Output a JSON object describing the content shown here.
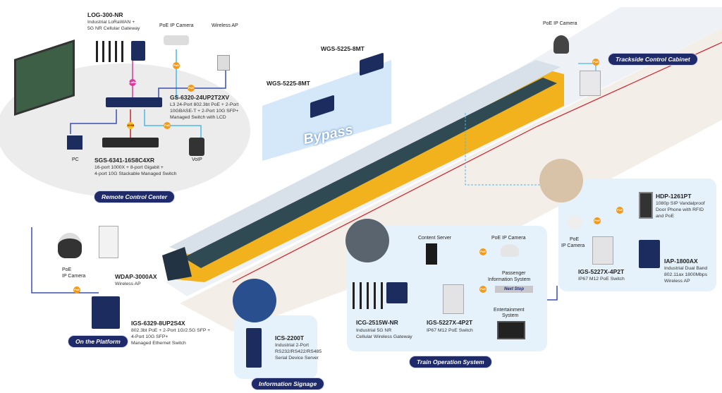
{
  "sections": {
    "remote_control_center": "Remote Control Center",
    "trackside_control_cabinet": "Trackside Control Cabinet",
    "on_the_platform": "On the Platform",
    "information_signage": "Information Signage",
    "train_operation_system": "Train Operation System"
  },
  "bypass": "Bypass",
  "remote": {
    "log300": {
      "model": "LOG-300-NR",
      "desc": [
        "Industrial LoRaWAN +",
        "5G NR Cellular Gateway"
      ]
    },
    "poe_camera": "PoE IP Camera",
    "wireless_ap": "Wireless AP",
    "gs6320": {
      "model": "GS-6320-24UP2T2XV",
      "desc": [
        "L3 24-Port 802.3bt PoE + 2-Port",
        "10GBASE-T + 2-Port 10G SFP+",
        "Managed Switch with LCD"
      ]
    },
    "sgs6341": {
      "model": "SGS-6341-16S8C4XR",
      "desc": [
        "16-port 1000X + 8-port Gigabit +",
        "4-port 10G Stackable Managed Switch"
      ]
    },
    "pc": "PC",
    "voip": "VoIP",
    "lora_badge": "LoRa",
    "tenG_badge": "10GB"
  },
  "bypass_area": {
    "wgs_top": "WGS-5225-8MT",
    "wgs_left": "WGS-5225-8MT"
  },
  "trackside": {
    "poe_camera": "PoE IP Camera"
  },
  "platform": {
    "camera": [
      "PoE",
      "IP Camera"
    ],
    "wdap": {
      "model": "WDAP-3000AX",
      "desc": "Wireless AP"
    },
    "igs6329": {
      "model": "IGS-6329-8UP2S4X",
      "desc": [
        "802.3bt PoE + 2-Port 1G/2.5G SFP +",
        "4-Port 10G SFP+",
        "Managed Ethernet Switch"
      ]
    }
  },
  "signage": {
    "ics2200": {
      "model": "ICS-2200T",
      "desc": [
        "Industrial 2-Port",
        "RS232/RS422/RS485",
        "Serial Device Server"
      ]
    }
  },
  "train_ops": {
    "content_server": "Content Server",
    "poe_camera": "PoE IP Camera",
    "pis": [
      "Passenger",
      "Information System"
    ],
    "next_stop": "Next Stop",
    "entertainment": [
      "Entertainment",
      "System"
    ],
    "icg": {
      "model": "ICG-2515W-NR",
      "desc": [
        "Industrial 5G NR",
        "Cellular Wireless Gateway"
      ]
    },
    "igs5227": {
      "model": "IGS-5227X-4P2T",
      "desc": "IP67 M12 PoE Switch"
    }
  },
  "right": {
    "hdp": {
      "model": "HDP-1261PT",
      "desc": [
        "1080p SIP Vandalproof",
        "Door Phone with RFID",
        "and PoE"
      ]
    },
    "camera": [
      "PoE",
      "IP Camera"
    ],
    "igs5227": {
      "model": "IGS-5227X-4P2T",
      "desc": "IP67 M12 PoE Switch"
    },
    "iap": {
      "model": "IAP-1800AX",
      "desc": [
        "Industrial Dual Band",
        "802.11ax 1800Mbps",
        "Wireless AP"
      ]
    }
  },
  "poe_badge": "PoE",
  "colors": {
    "navy": "#1f2a6b",
    "poe": "#f39a1b",
    "panel": "#e6f2fb",
    "train_yellow": "#f2b21d",
    "link_blue": "#3a4fb0",
    "link_light": "#4cb8e8",
    "link_red": "#d0202a"
  }
}
